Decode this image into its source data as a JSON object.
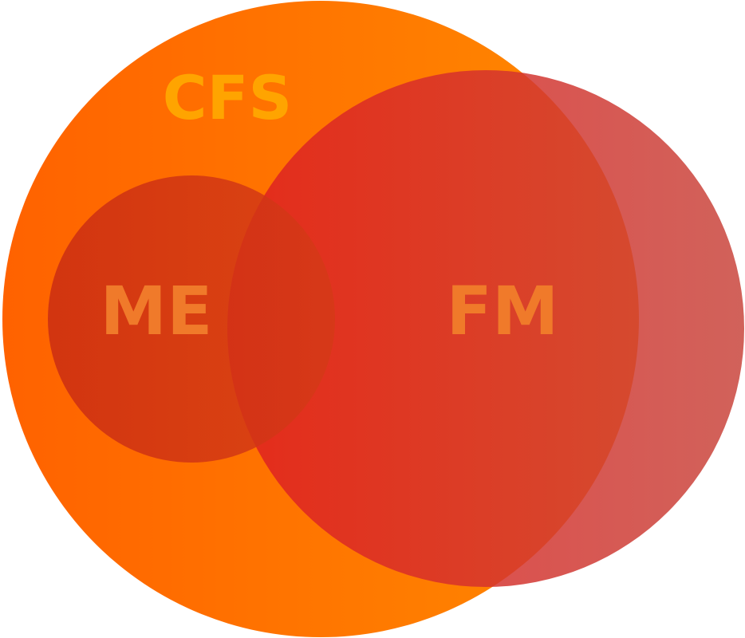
{
  "diagram": {
    "type": "venn",
    "sets": [
      {
        "id": "cfs",
        "label": "CFS",
        "label_color": "#ffa400",
        "fill_start": "#ff6200",
        "fill_end": "#ff8a00"
      },
      {
        "id": "fm",
        "label": "FM",
        "label_color": "#f07a2a",
        "fill_start": "#e01f1f",
        "fill_end": "#c9463d"
      },
      {
        "id": "me",
        "label": "ME",
        "label_color": "#f07a2a",
        "fill_start": "#c82a14",
        "fill_end": "#d43a16"
      }
    ]
  }
}
